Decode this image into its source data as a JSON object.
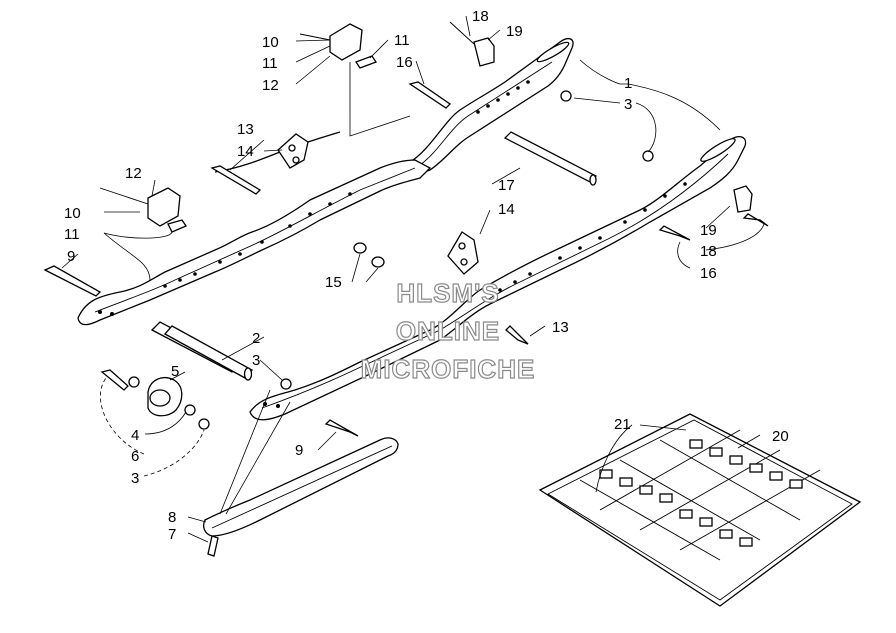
{
  "callouts": {
    "c1": "1",
    "c2": "2",
    "c3a": "3",
    "c3b": "3",
    "c3c": "3",
    "c4": "4",
    "c5": "5",
    "c6": "6",
    "c7": "7",
    "c8": "8",
    "c9a": "9",
    "c9b": "9",
    "c10a": "10",
    "c10b": "10",
    "c11a": "11",
    "c11b": "11",
    "c11c": "11",
    "c12a": "12",
    "c12b": "12",
    "c13a": "13",
    "c13b": "13",
    "c14a": "14",
    "c14b": "14",
    "c15": "15",
    "c16a": "16",
    "c16b": "16",
    "c17": "17",
    "c18a": "18",
    "c18b": "18",
    "c19a": "19",
    "c19b": "19",
    "c20": "20",
    "c21": "21"
  },
  "watermark": {
    "line1": "HLSM'S",
    "line2": "ONLINE",
    "line3": "MICROFICHE"
  }
}
